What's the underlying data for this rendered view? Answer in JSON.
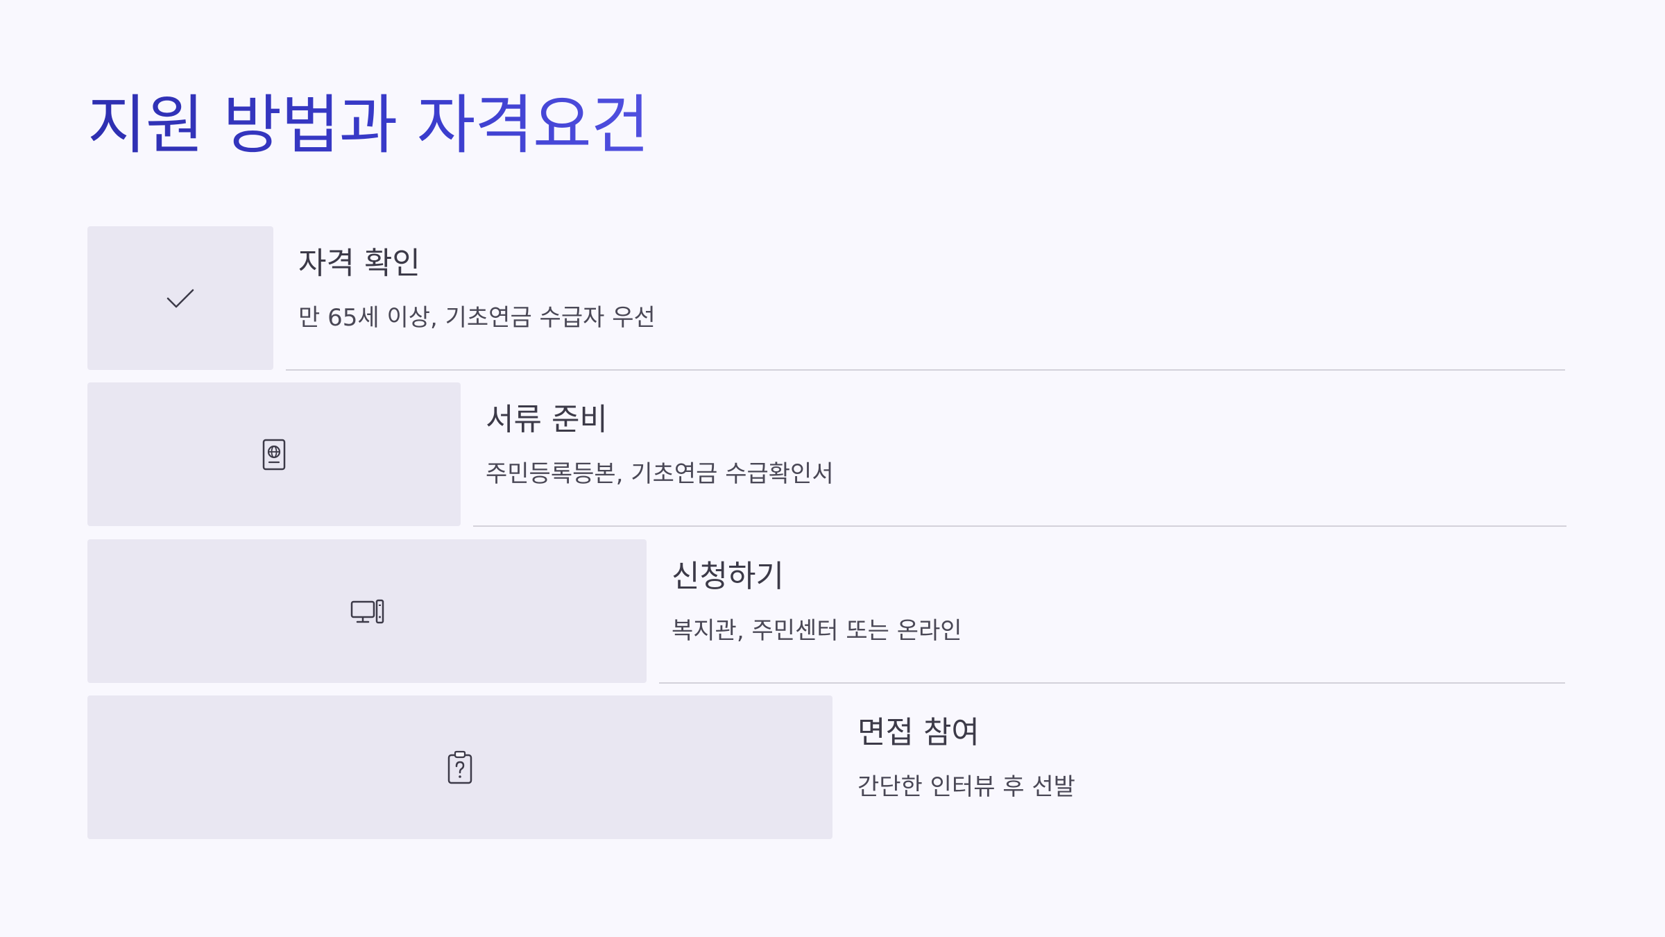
{
  "page": {
    "title": "지원 방법과 자격요건"
  },
  "steps": [
    {
      "heading": "자격 확인",
      "description": "만 65세 이상, 기초연금 수급자 우선",
      "icon": "checkmark-icon"
    },
    {
      "heading": "서류 준비",
      "description": "주민등록등본, 기초연금 수급확인서",
      "icon": "passport-icon"
    },
    {
      "heading": "신청하기",
      "description": "복지관, 주민센터 또는 온라인",
      "icon": "desktop-computer-icon"
    },
    {
      "heading": "면접 참여",
      "description": "간단한 인터뷰 후 선발",
      "icon": "clipboard-question-icon"
    }
  ],
  "colors": {
    "title_gradient_start": "#2e2fb0",
    "title_gradient_end": "#5150e0",
    "icon_box_bg": "#e9e7f2",
    "divider": "#d3d1da",
    "background": "#f9f8fe"
  }
}
